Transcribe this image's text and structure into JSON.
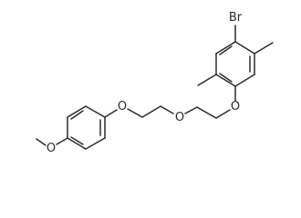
{
  "molecule": {
    "atoms": {
      "bromine": "Br",
      "oxygen_aryl_ether": "O",
      "oxygen_middle_ether": "O",
      "oxygen_phenoxy": "O",
      "oxygen_methoxy": "O"
    }
  }
}
